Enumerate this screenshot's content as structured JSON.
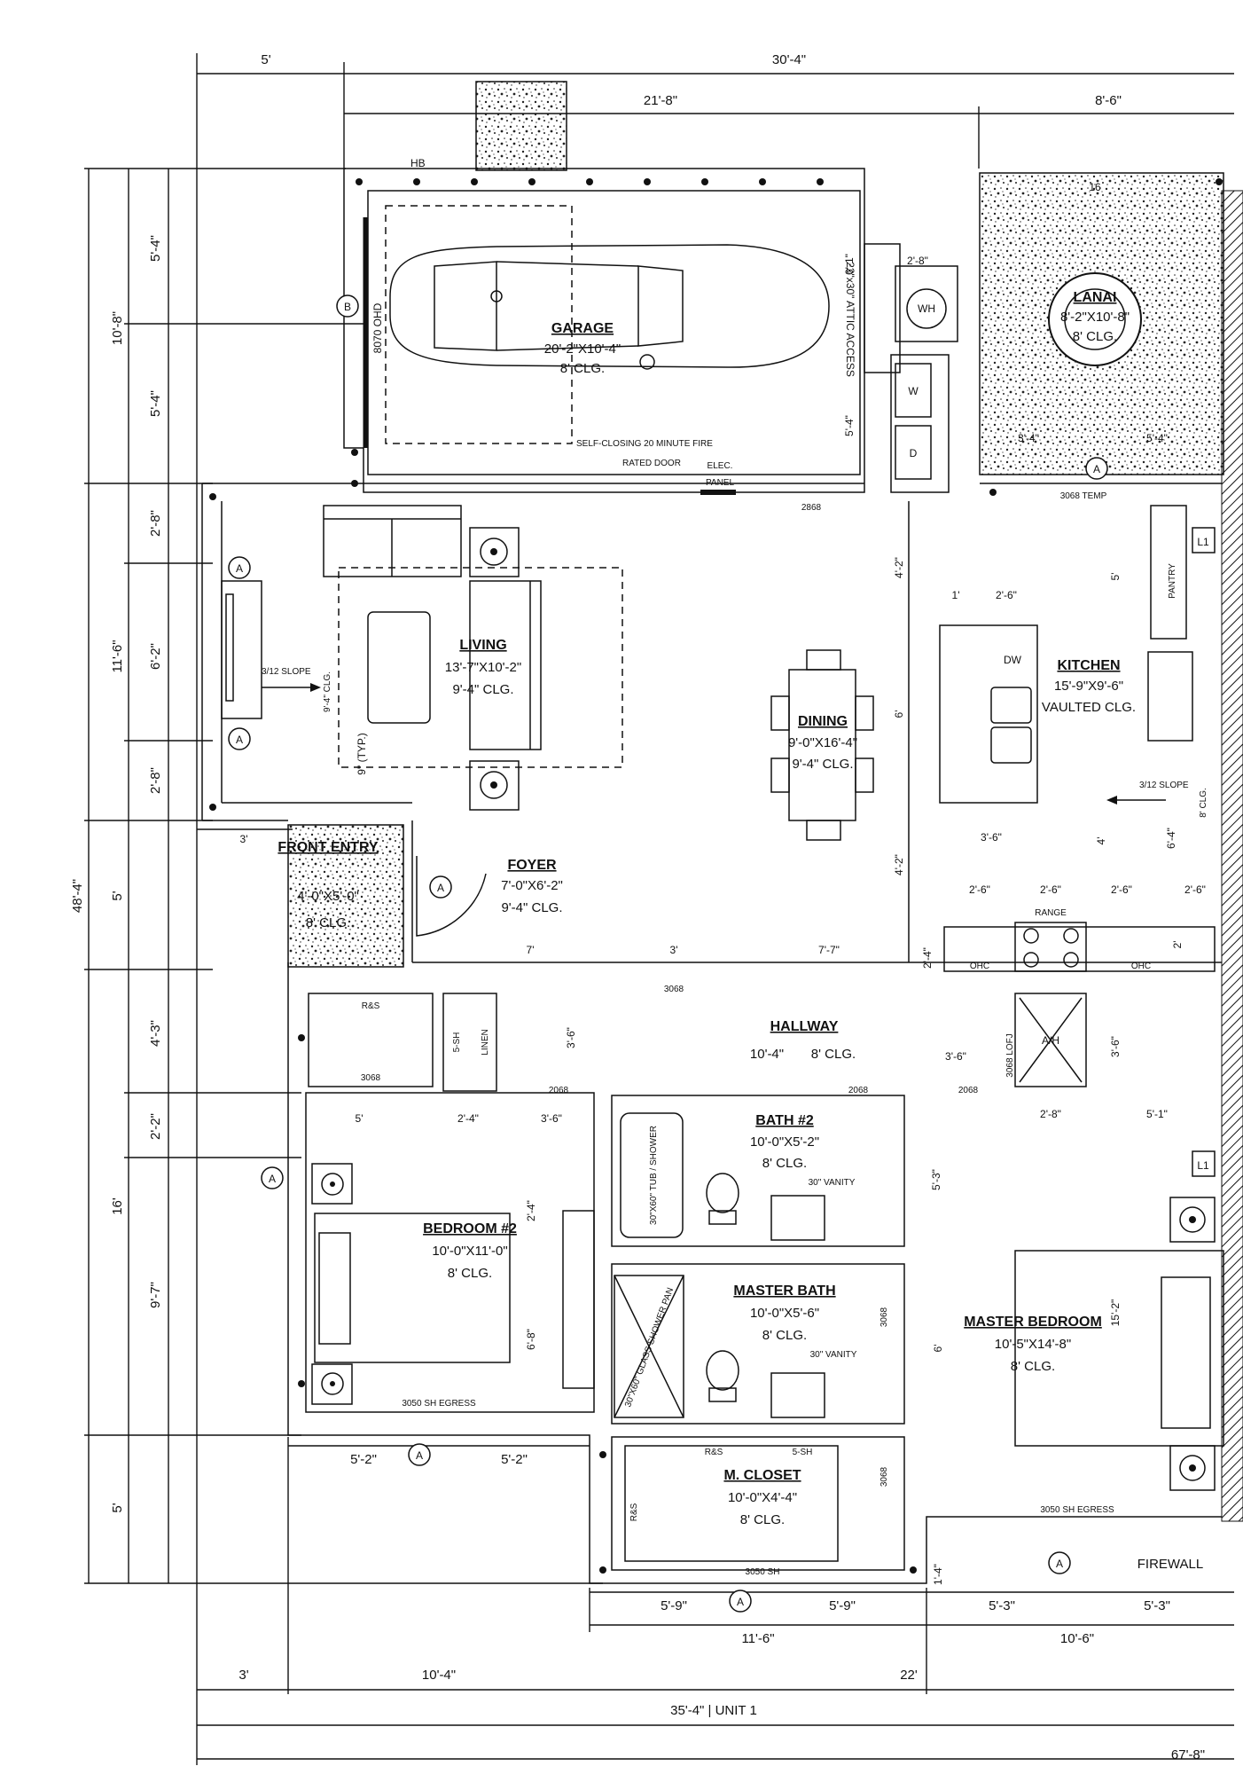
{
  "overall_dims": {
    "top_left": "5'",
    "top_total": "30'-4\"",
    "top_garage": "21'-8\"",
    "top_lanai": "8'-6\"",
    "left_total": "48'-4\"",
    "left_garage_total": "10'-8\"",
    "left_garage_a": "5'-4\"",
    "left_garage_b": "5'-4\"",
    "left_living_total": "11'-6\"",
    "left_living_a": "2'-8\"",
    "left_living_b": "6'-2\"",
    "left_living_c": "2'-8\"",
    "left_entry": "5'",
    "left_bed_total": "16'",
    "left_bed_a": "4'-3\"",
    "left_bed_b": "2'-2\"",
    "left_bed_c": "9'-7\"",
    "left_closet": "5'",
    "bottom_a": "5'-2\"",
    "bottom_b": "5'-2\"",
    "bottom_c": "5'-9\"",
    "bottom_d": "5'-9\"",
    "bottom_e": "5'-3\"",
    "bottom_f": "5'-3\"",
    "bottom_g": "11'-6\"",
    "bottom_h": "10'-6\"",
    "bottom_i": "3'",
    "bottom_j": "10'-4\"",
    "bottom_k": "22'",
    "bottom_unit": "35'-4\" | UNIT 1",
    "bottom_overall": "67'-8\""
  },
  "rooms": {
    "garage": {
      "name": "GARAGE",
      "size": "20'-2\"X10'-4\"",
      "clg": "8' CLG."
    },
    "lanai": {
      "name": "LANAI",
      "size": "8'-2\"X10'-8\"",
      "clg": "8' CLG."
    },
    "living": {
      "name": "LIVING",
      "size": "13'-7\"X10'-2\"",
      "clg": "9'-4\" CLG."
    },
    "dining": {
      "name": "DINING",
      "size": "9'-0\"X16'-4\"",
      "clg": "9'-4\" CLG."
    },
    "kitchen": {
      "name": "KITCHEN",
      "size": "15'-9\"X9'-6\"",
      "clg": "VAULTED CLG."
    },
    "front_entry": {
      "name": "FRONT ENTRY",
      "size": "4'-0\"X5'-0\"",
      "clg": "8' CLG."
    },
    "foyer": {
      "name": "FOYER",
      "size": "7'-0\"X6'-2\"",
      "clg": "9'-4\" CLG."
    },
    "hallway": {
      "name": "HALLWAY",
      "size": "10'-4\"",
      "clg": "8' CLG."
    },
    "bath2": {
      "name": "BATH #2",
      "size": "10'-0\"X5'-2\"",
      "clg": "8' CLG."
    },
    "bedroom2": {
      "name": "BEDROOM #2",
      "size": "10'-0\"X11'-0\"",
      "clg": "8' CLG."
    },
    "master_bath": {
      "name": "MASTER BATH",
      "size": "10'-0\"X5'-6\"",
      "clg": "8' CLG."
    },
    "master_bedroom": {
      "name": "MASTER BEDROOM",
      "size": "10'-5\"X14'-8\"",
      "clg": "8' CLG."
    },
    "m_closet": {
      "name": "M. CLOSET",
      "size": "10'-0\"X4'-4\"",
      "clg": "8' CLG."
    }
  },
  "notes": {
    "fire_door": "SELF-CLOSING 20 MINUTE FIRE",
    "fire_door2": "RATED DOOR",
    "elec_panel": "ELEC.",
    "elec_panel2": "PANEL",
    "temp_door": "3068 TEMP",
    "garage_door": "8070 OHD",
    "attic_access": "22\"x30\" ATTIC ACCESS",
    "hb": "HB",
    "wh": "WH",
    "w": "W",
    "d": "D",
    "dw": "DW",
    "range": "RANGE",
    "ohc": "OHC",
    "pantry": "PANTRY",
    "l1": "L1",
    "slope_living": "3/12 SLOPE",
    "slope_kitchen": "3/12 SLOPE",
    "clg_living": "9'-4\" CLG.",
    "clg_kitchen": "8' CLG.",
    "typ": "9\" (TYP.)",
    "rs": "R&S",
    "linen": "LINEN",
    "five_sh": "5-SH",
    "ah": "A/H",
    "tub": "30\"X60\" TUB / SHOWER",
    "shower": "30\"X60\" GLASS SHOWER PAN",
    "vanity": "30\" VANITY",
    "egress1": "3050 SH EGRESS",
    "egress2": "3050 SH EGRESS",
    "window_sh": "3050 SH",
    "firewall": "FIREWALL",
    "door_2868": "2868",
    "door_3068": "3068",
    "door_2068": "2068",
    "lofj": "3068 LOFJ"
  },
  "interior_dims": {
    "garage_6_1": "6'-1\"",
    "wh_2_8": "2'-8\"",
    "garage_5_4": "5'-4\"",
    "lanai_3_4": "3'-4\"",
    "lanai_5_4": "5'-4\"",
    "dining_4_2a": "4'-2\"",
    "dining_6": "6'",
    "dining_4_2b": "4'-2\"",
    "kit_1": "1'",
    "kit_2_6": "2'-6\"",
    "kit_3_6": "3'-6\"",
    "kit_4": "4'",
    "kit_5": "5'",
    "kit_6_4": "6'-4\"",
    "kit_range_a": "2'-6\"",
    "kit_range_b": "2'-6\"",
    "kit_range_c": "2'-6\"",
    "kit_range_d": "2'-6\"",
    "kit_2_4": "2'-4\"",
    "kit_2": "2'",
    "entry_3": "3'",
    "foyer_7": "7'",
    "foyer_3": "3'",
    "foyer_7_7": "7'-7\"",
    "hall_3_6a": "3'-6\"",
    "hall_3_6b": "3'-6\"",
    "hall_3_6c": "3'-6\"",
    "hall_3_6d": "3'-6\"",
    "bed_5": "5'",
    "bed_2_4": "2'-4\"",
    "bed_2_4v": "2'-4\"",
    "bed_6_8": "6'-8\"",
    "bath_5_3": "5'-3\"",
    "ah_2_8": "2'-8\"",
    "ah_5_1": "5'-1\"",
    "mb_15_2": "15'-2\"",
    "mb_6": "6'",
    "mb_1_4": "1'-4\""
  },
  "tags": {
    "a": "A",
    "b": "B",
    "sixteen": "16"
  }
}
